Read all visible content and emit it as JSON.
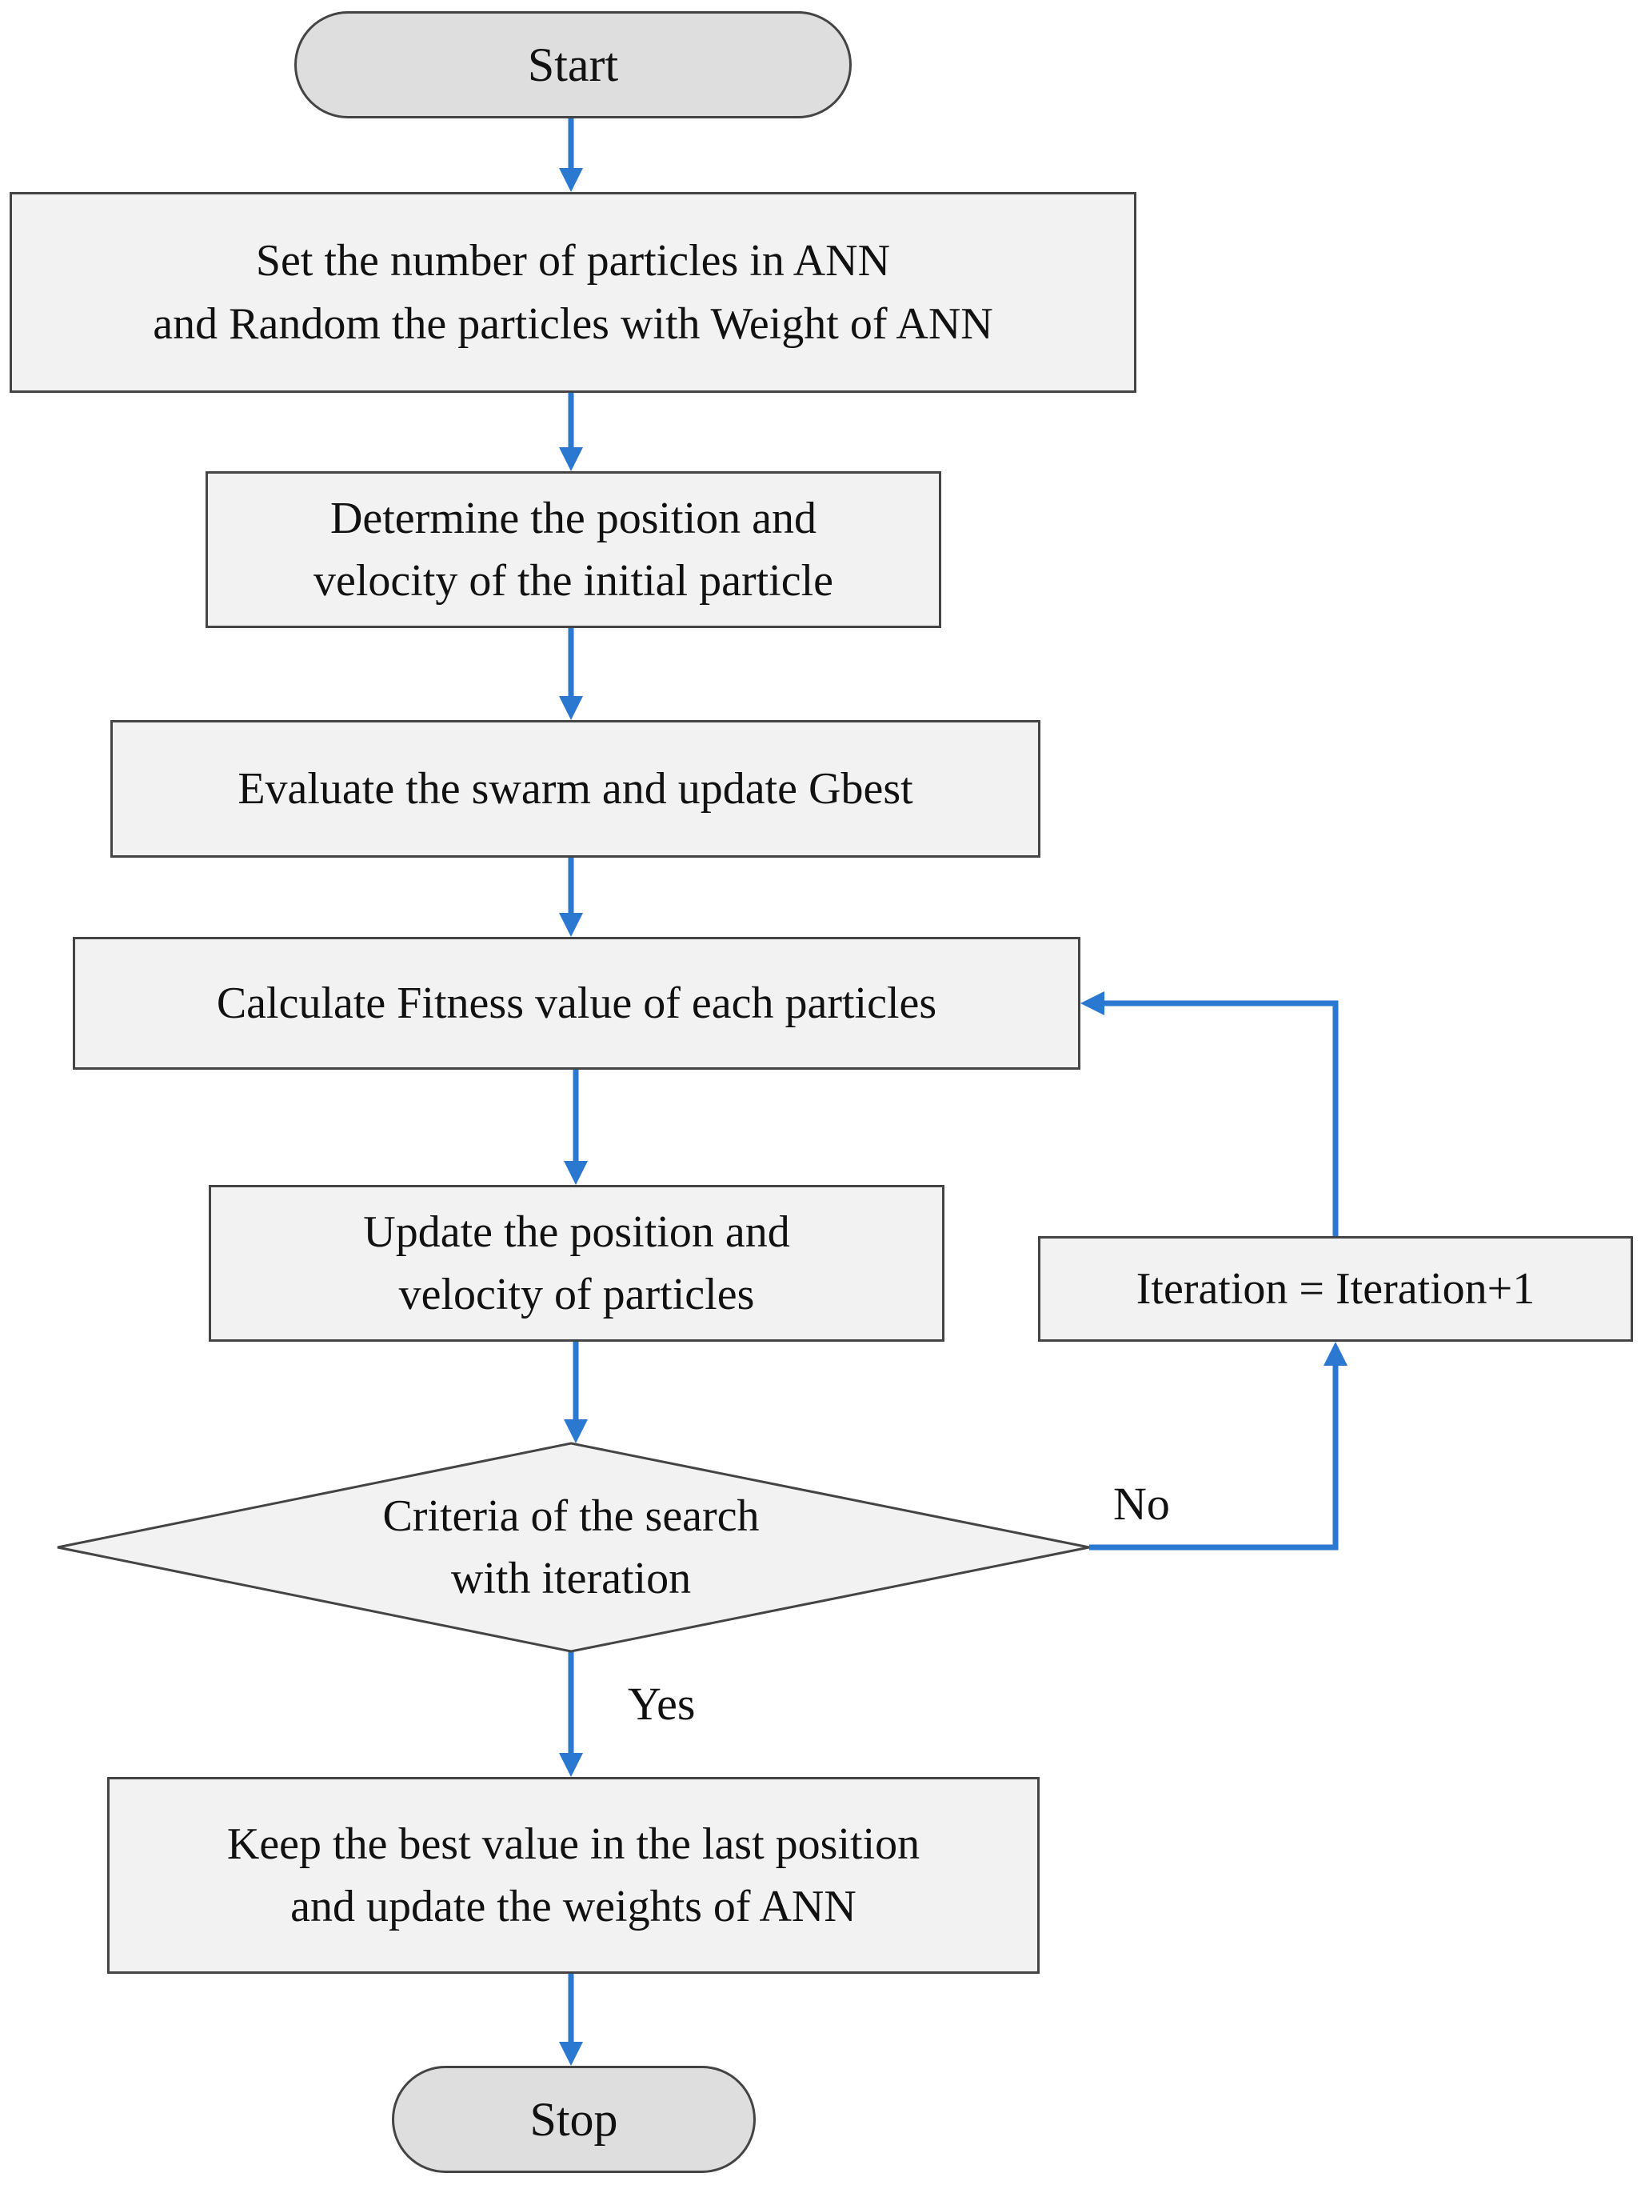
{
  "nodes": {
    "start": "Start",
    "init": [
      "Set the number of particles in ANN",
      "and Random the particles with Weight of ANN"
    ],
    "position": [
      "Determine the position and",
      "velocity of the initial particle"
    ],
    "evaluate": "Evaluate the swarm and update Gbest",
    "fitness": "Calculate Fitness value of each particles",
    "update": [
      "Update the position and",
      "velocity of particles"
    ],
    "decision": [
      "Criteria of the search",
      "with iteration"
    ],
    "iteration": "Iteration = Iteration+1",
    "keep": [
      "Keep the best value in the last position",
      "and update the weights of ANN"
    ],
    "stop": "Stop"
  },
  "edge_labels": {
    "no": "No",
    "yes": "Yes"
  },
  "colors": {
    "arrow": "#2b78d0",
    "box_fill": "#f2f2f2",
    "terminal_fill": "#dedede",
    "border": "#444444"
  }
}
